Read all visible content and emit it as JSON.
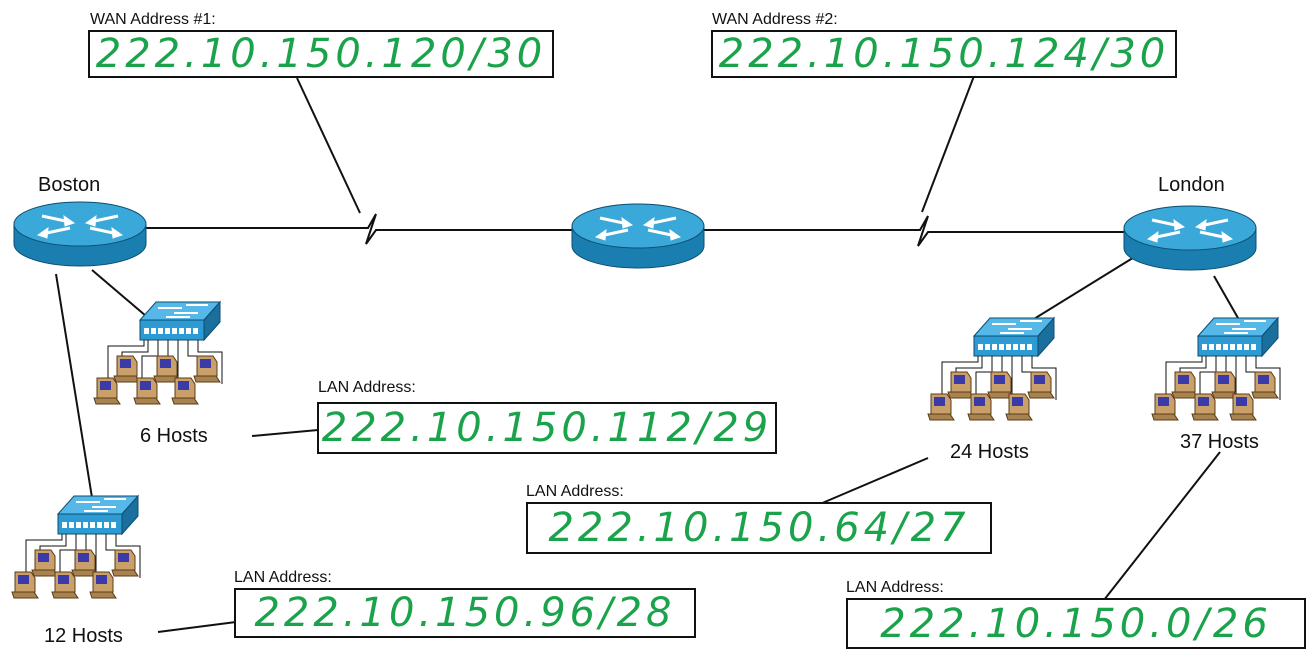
{
  "sites": {
    "boston": "Boston",
    "london": "London"
  },
  "wan": [
    {
      "caption": "WAN Address #1:",
      "address": "222.10.150.120/30"
    },
    {
      "caption": "WAN Address #2:",
      "address": "222.10.150.124/30"
    }
  ],
  "lans": [
    {
      "hosts": "6 Hosts",
      "caption": "LAN Address:",
      "address": "222.10.150.112/29"
    },
    {
      "hosts": "12 Hosts",
      "caption": "LAN Address:",
      "address": "222.10.150.96/28"
    },
    {
      "hosts": "24 Hosts",
      "caption": "LAN Address:",
      "address": "222.10.150.64/27"
    },
    {
      "hosts": "37 Hosts",
      "caption": "LAN Address:",
      "address": "222.10.150.0/26"
    }
  ],
  "colors": {
    "router_blue": "#1f8fc4",
    "router_top": "#3aa8d9",
    "address_green": "#1aa34a",
    "switch_blue": "#2c9bd4"
  }
}
